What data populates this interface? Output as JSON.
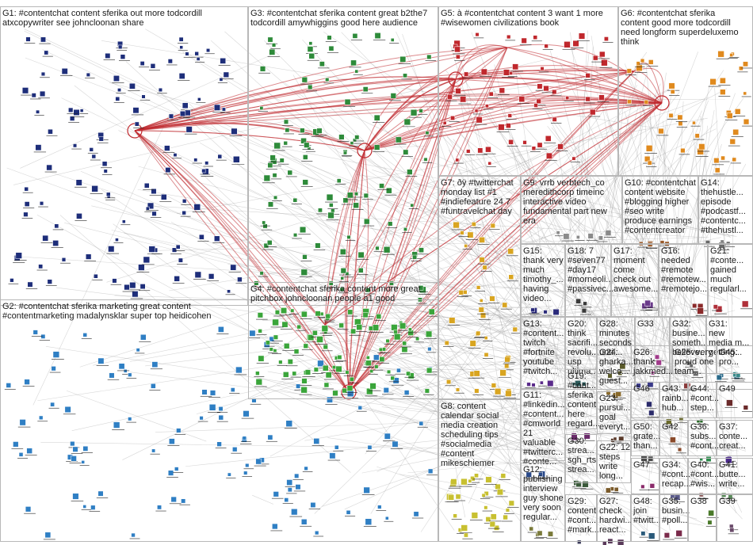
{
  "groups": [
    {
      "id": "g1",
      "lines": [
        "G1: #contentchat content sferika out more todcordill",
        "atxcopywriter see johncloonan share"
      ],
      "color": "#1e2e7a",
      "nodes": 120
    },
    {
      "id": "g2",
      "lines": [
        "G2: #contentchat sferika marketing great content",
        "#contentmarketing madalynsklar super top heidicohen"
      ],
      "color": "#2f7fc4",
      "nodes": 110
    },
    {
      "id": "g3",
      "lines": [
        "G3: #contentchat sferika content great b2the7",
        "todcordill amywhiggins good here audience"
      ],
      "color": "#2e8b3a",
      "nodes": 110
    },
    {
      "id": "g4",
      "lines": [
        "G4: #contentchat sferika content more great",
        "pitchbox johncloonan people a1 good"
      ],
      "color": "#3aa53a",
      "nodes": 90
    },
    {
      "id": "g5",
      "lines": [
        "G5: à #contentchat content 3 want 1 more",
        "#wisewomen civilizations book"
      ],
      "color": "#c0282d",
      "nodes": 60
    },
    {
      "id": "g6",
      "lines": [
        "G6: #contentchat sferika",
        "content good more todcordill",
        "need longform superdeluxemo",
        "think"
      ],
      "color": "#e08a1e",
      "nodes": 40
    },
    {
      "id": "g7",
      "lines": [
        "G7: ðÿ #twitterchat",
        "monday list #1",
        "#indiefeature 24 7",
        "#funtravelchat day"
      ],
      "color": "#d9a520",
      "nodes": 40
    },
    {
      "id": "g8",
      "lines": [
        "G8: content",
        "calendar social",
        "media creation",
        "scheduling tips",
        "#socialmedia",
        "#content",
        "mikeschiemer"
      ],
      "color": "#c8c030",
      "nodes": 28
    },
    {
      "id": "g9",
      "lines": [
        "G9: vrrb verbtech_co",
        "meredithcorp timeinc",
        "interactive video",
        "fundamental part new",
        "era"
      ],
      "color": "#8a8a8a",
      "nodes": 6
    },
    {
      "id": "g10",
      "lines": [
        "G10: #contentchat",
        "content website",
        "#blogging higher",
        "#seo write",
        "produce earnings",
        "#contentcreator"
      ],
      "color": "#9a5a2a",
      "nodes": 5
    },
    {
      "id": "g14",
      "lines": [
        "G14:",
        "thehustle...",
        "episode",
        "#podcastf...",
        "#contentc...",
        "#thehustl..."
      ],
      "color": "#6a6a6a",
      "nodes": 4
    },
    {
      "id": "g15",
      "lines": [
        "G15:",
        "thank very",
        "much",
        "timothy_...",
        "having",
        "video..."
      ],
      "color": "#2a2a7a",
      "nodes": 4
    },
    {
      "id": "g18",
      "lines": [
        "G18: 7",
        "#seven77",
        "#day17",
        "#morneoli...",
        "#passivec..."
      ],
      "color": "#3a3a3a",
      "nodes": 3
    },
    {
      "id": "g17",
      "lines": [
        "G17:",
        "moment",
        "come",
        "check out",
        "awesome..."
      ],
      "color": "#6a3a8a",
      "nodes": 3
    },
    {
      "id": "g16",
      "lines": [
        "G16:",
        "needed",
        "#remote",
        "#remotew...",
        "#remotejo..."
      ],
      "color": "#8a2a2a",
      "nodes": 3
    },
    {
      "id": "g21",
      "lines": [
        "G21:",
        "#conte...",
        "gained",
        "much",
        "regularl..."
      ],
      "color": "#b0303a",
      "nodes": 3
    },
    {
      "id": "g13",
      "lines": [
        "G13:",
        "#content...",
        "twitch",
        "#fortnite",
        "youtube",
        "#twitch..."
      ],
      "color": "#5a2a8a",
      "nodes": 4
    },
    {
      "id": "g20",
      "lines": [
        "G20:",
        "think",
        "sacrifi...",
        "revolu...",
        "usp",
        "ultima..."
      ],
      "color": "#2a5a5a",
      "nodes": 3
    },
    {
      "id": "g28",
      "lines": [
        "G28:",
        "minutes",
        "seconds",
        "until..."
      ],
      "color": "#5a5a2a",
      "nodes": 3
    },
    {
      "id": "g33",
      "lines": [
        "G33"
      ],
      "color": "#a03a8a",
      "nodes": 3
    },
    {
      "id": "g32",
      "lines": [
        "G32:",
        "busine...",
        "someth...",
        "believe..."
      ],
      "color": "#6a6a6a",
      "nodes": 3
    },
    {
      "id": "g31",
      "lines": [
        "G31:",
        "new",
        "media m...",
        "getting..."
      ],
      "color": "#2a6a8a",
      "nodes": 3
    },
    {
      "id": "g24",
      "lines": [
        "G24:",
        "gharka...",
        "welco...",
        "guest..."
      ],
      "color": "#8a6a2a",
      "nodes": 3
    },
    {
      "id": "g26",
      "lines": [
        "G26:",
        "thank",
        "jakkmed..."
      ],
      "color": "#3a3a8a",
      "nodes": 2
    },
    {
      "id": "g25",
      "lines": [
        "G25: very",
        "proud one",
        "team..."
      ],
      "color": "#8a3a3a",
      "nodes": 2
    },
    {
      "id": "g45",
      "lines": [
        "G45:",
        "pro..."
      ],
      "color": "#3a8a8a",
      "nodes": 2
    },
    {
      "id": "g19",
      "lines": [
        "G19:",
        "#cont...",
        "sferika",
        "content",
        "here",
        "regard..."
      ],
      "color": "#6a2a6a",
      "nodes": 3
    },
    {
      "id": "g46",
      "lines": [
        "G46"
      ],
      "color": "#2a2a6a",
      "nodes": 2
    },
    {
      "id": "g43",
      "lines": [
        "G43:",
        "rainb...",
        "hub..."
      ],
      "color": "#6a6a2a",
      "nodes": 2
    },
    {
      "id": "g44",
      "lines": [
        "G44:",
        "#cont...",
        "step..."
      ],
      "color": "#2a6a2a",
      "nodes": 2
    },
    {
      "id": "g49",
      "lines": [
        "G49"
      ],
      "color": "#6a2a2a",
      "nodes": 2
    },
    {
      "id": "g11",
      "lines": [
        "G11:",
        "#linkedin...",
        "#content...",
        "#cmworld",
        "21",
        "valuable",
        "#twitterc...",
        "#conte..."
      ],
      "color": "#2a4a8a",
      "nodes": 4
    },
    {
      "id": "g23",
      "lines": [
        "G23:",
        "pursui...",
        "goal",
        "everyt..."
      ],
      "color": "#5a3a2a",
      "nodes": 3
    },
    {
      "id": "g50",
      "lines": [
        "G50:",
        "grate...",
        "than..."
      ],
      "color": "#4a4a4a",
      "nodes": 2
    },
    {
      "id": "g42",
      "lines": [
        "G42"
      ],
      "color": "#8a4a2a",
      "nodes": 2
    },
    {
      "id": "g36",
      "lines": [
        "G36:",
        "subs...",
        "#cont..."
      ],
      "color": "#2a8a4a",
      "nodes": 2
    },
    {
      "id": "g37",
      "lines": [
        "G37:",
        "conte...",
        "creat..."
      ],
      "color": "#4a2a8a",
      "nodes": 2
    },
    {
      "id": "g22",
      "lines": [
        "G22: 12",
        "steps",
        "write",
        "long..."
      ],
      "color": "#7a5a2a",
      "nodes": 3
    },
    {
      "id": "g30",
      "lines": [
        "G30:",
        "strea...",
        "sgh_rts",
        "strea..."
      ],
      "color": "#3a5a3a",
      "nodes": 3
    },
    {
      "id": "g47",
      "lines": [
        "G47"
      ],
      "color": "#8a2a6a",
      "nodes": 2
    },
    {
      "id": "g34",
      "lines": [
        "G34:",
        "#cont...",
        "recap..."
      ],
      "color": "#5a5a8a",
      "nodes": 2
    },
    {
      "id": "g40",
      "lines": [
        "G40:",
        "#cont...",
        "#wis..."
      ],
      "color": "#8a5a5a",
      "nodes": 2
    },
    {
      "id": "g41",
      "lines": [
        "G41:",
        "butte...",
        "write..."
      ],
      "color": "#5a8a5a",
      "nodes": 2
    },
    {
      "id": "g12",
      "lines": [
        "G12:",
        "publishing",
        "interview",
        "guy shone",
        "very soon",
        "regular..."
      ],
      "color": "#7a7a3a",
      "nodes": 4
    },
    {
      "id": "g29",
      "lines": [
        "G29:",
        "content",
        "#cont...",
        "#mark..."
      ],
      "color": "#3a3a5a",
      "nodes": 3
    },
    {
      "id": "g27",
      "lines": [
        "G27:",
        "check",
        "hardwi...",
        "react..."
      ],
      "color": "#5a3a5a",
      "nodes": 3
    },
    {
      "id": "g48",
      "lines": [
        "G48:",
        "join",
        "#twitt..."
      ],
      "color": "#2a5a7a",
      "nodes": 2
    },
    {
      "id": "g35",
      "lines": [
        "G35:",
        "busin...",
        "#poll..."
      ],
      "color": "#7a2a4a",
      "nodes": 2
    },
    {
      "id": "g38",
      "lines": [
        "G38"
      ],
      "color": "#4a7a2a",
      "nodes": 2
    },
    {
      "id": "g39",
      "lines": [
        "G39"
      ],
      "color": "#6a4a6a",
      "nodes": 2
    }
  ],
  "colors": {
    "edge": "#8c8c8c",
    "hub_edge": "#c0282d",
    "box_border": "#b8b8b8",
    "background": "#ffffff"
  }
}
